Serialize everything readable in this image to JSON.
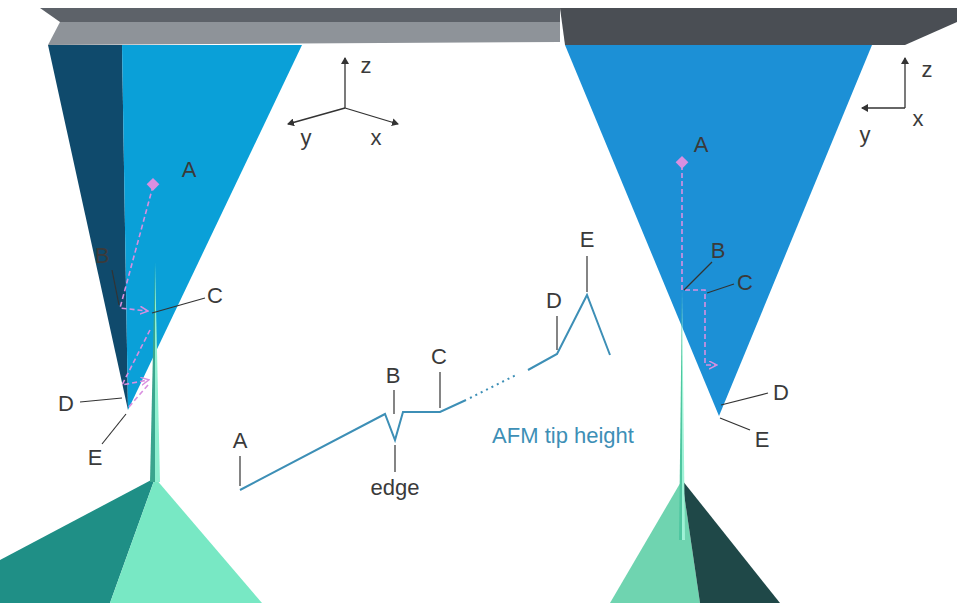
{
  "diagram": {
    "labels": [
      "z",
      "y",
      "x",
      "A",
      "B",
      "C",
      "D",
      "E",
      "A",
      "B",
      "C",
      "D",
      "E",
      "edge",
      "AFM tip height",
      "z",
      "y",
      "x",
      "A",
      "B",
      "C",
      "D",
      "E"
    ]
  }
}
